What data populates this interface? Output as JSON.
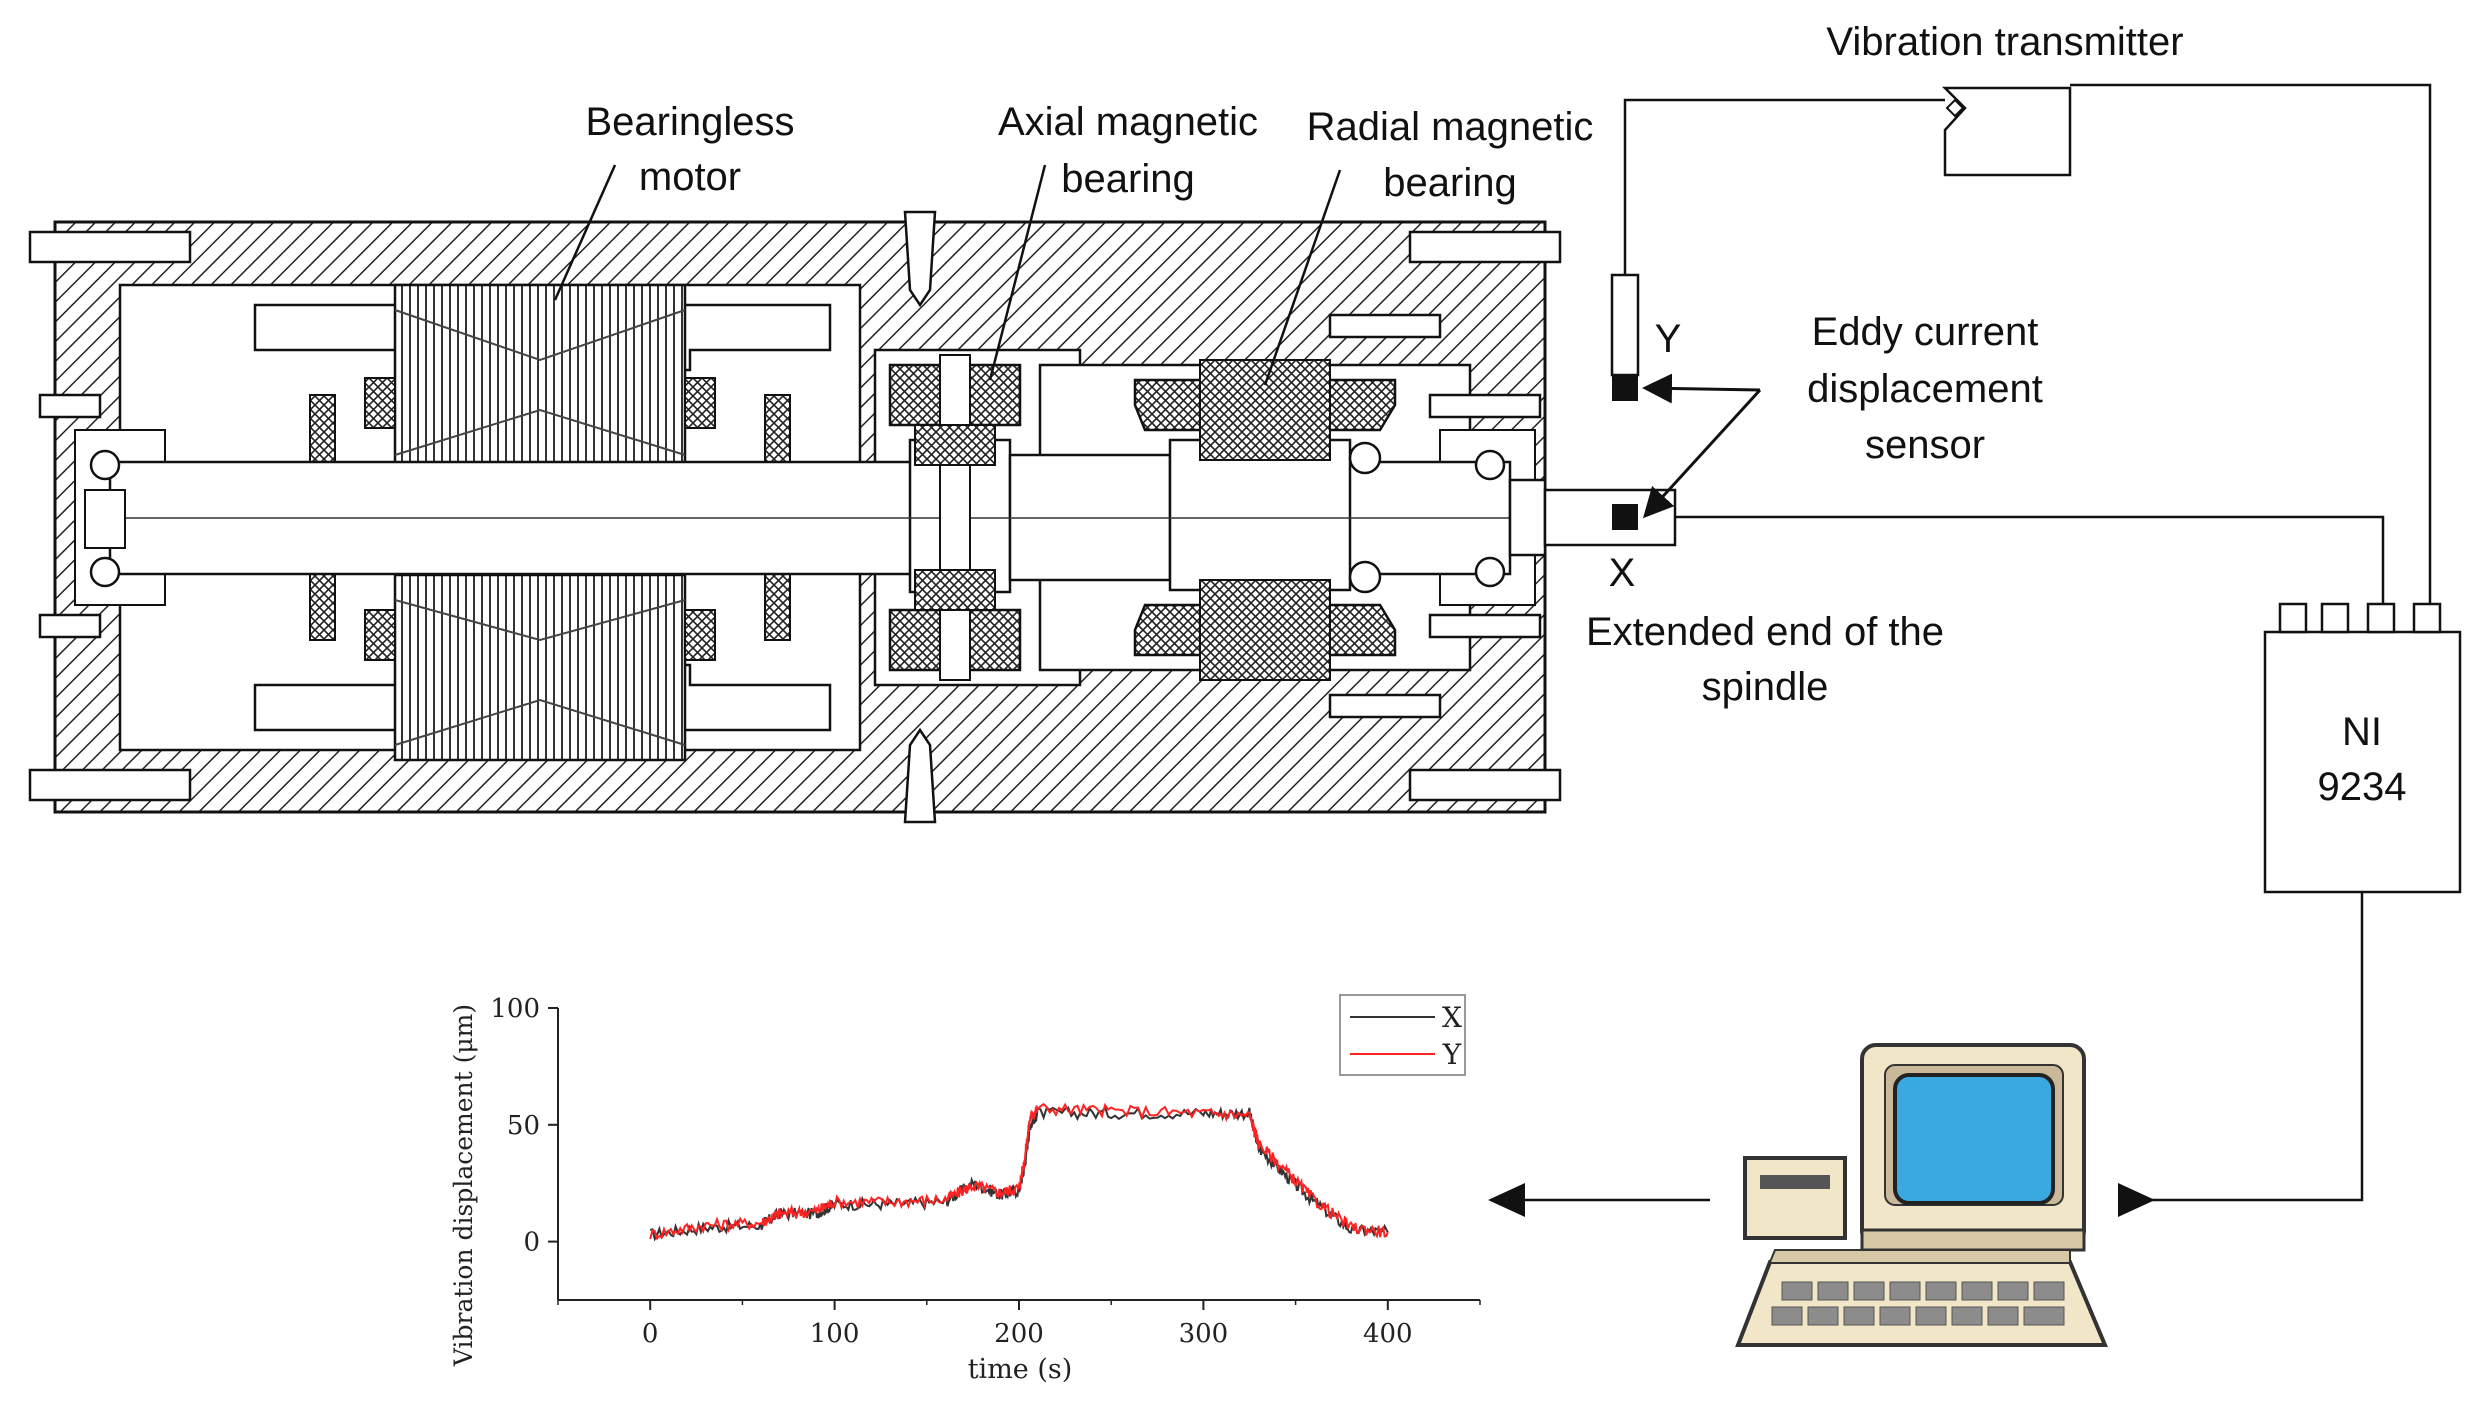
{
  "labels": {
    "vibration_transmitter": "Vibration transmitter",
    "bearingless_motor_1": "Bearingless",
    "bearingless_motor_2": "motor",
    "axial_1": "Axial magnetic",
    "axial_2": "bearing",
    "radial_1": "Radial magnetic",
    "radial_2": "bearing",
    "eddy_1": "Eddy current",
    "eddy_2": "displacement",
    "eddy_3": "sensor",
    "sensor_y": "Y",
    "sensor_x": "X",
    "extended_1": "Extended end of the",
    "extended_2": "spindle",
    "ni_1": "NI",
    "ni_2": "9234"
  },
  "chart_data": {
    "type": "line",
    "xlabel": "time (s)",
    "ylabel": "Vibration displacement (μm)",
    "xlim": [
      -50,
      450
    ],
    "ylim": [
      -25,
      100
    ],
    "xticks": [
      0,
      100,
      200,
      300,
      400
    ],
    "yticks": [
      0,
      50,
      100
    ],
    "legend_position": "top-right",
    "series": [
      {
        "name": "X",
        "color": "#333333",
        "x": [
          0,
          30,
          60,
          70,
          90,
          100,
          130,
          160,
          175,
          190,
          200,
          203,
          206,
          210,
          250,
          300,
          325,
          330,
          345,
          360,
          380,
          400
        ],
        "y": [
          3,
          6,
          7,
          12,
          12,
          16,
          16,
          17,
          25,
          20,
          22,
          32,
          50,
          55,
          55,
          55,
          55,
          40,
          28,
          17,
          5,
          4
        ]
      },
      {
        "name": "Y",
        "color": "#ff2222",
        "x": [
          0,
          30,
          60,
          70,
          90,
          100,
          130,
          160,
          175,
          190,
          200,
          203,
          206,
          210,
          250,
          300,
          325,
          330,
          345,
          360,
          380,
          400
        ],
        "y": [
          3,
          7,
          8,
          12,
          13,
          17,
          17,
          18,
          24,
          21,
          23,
          35,
          53,
          57,
          56,
          55,
          54,
          42,
          30,
          18,
          6,
          4
        ]
      }
    ]
  }
}
